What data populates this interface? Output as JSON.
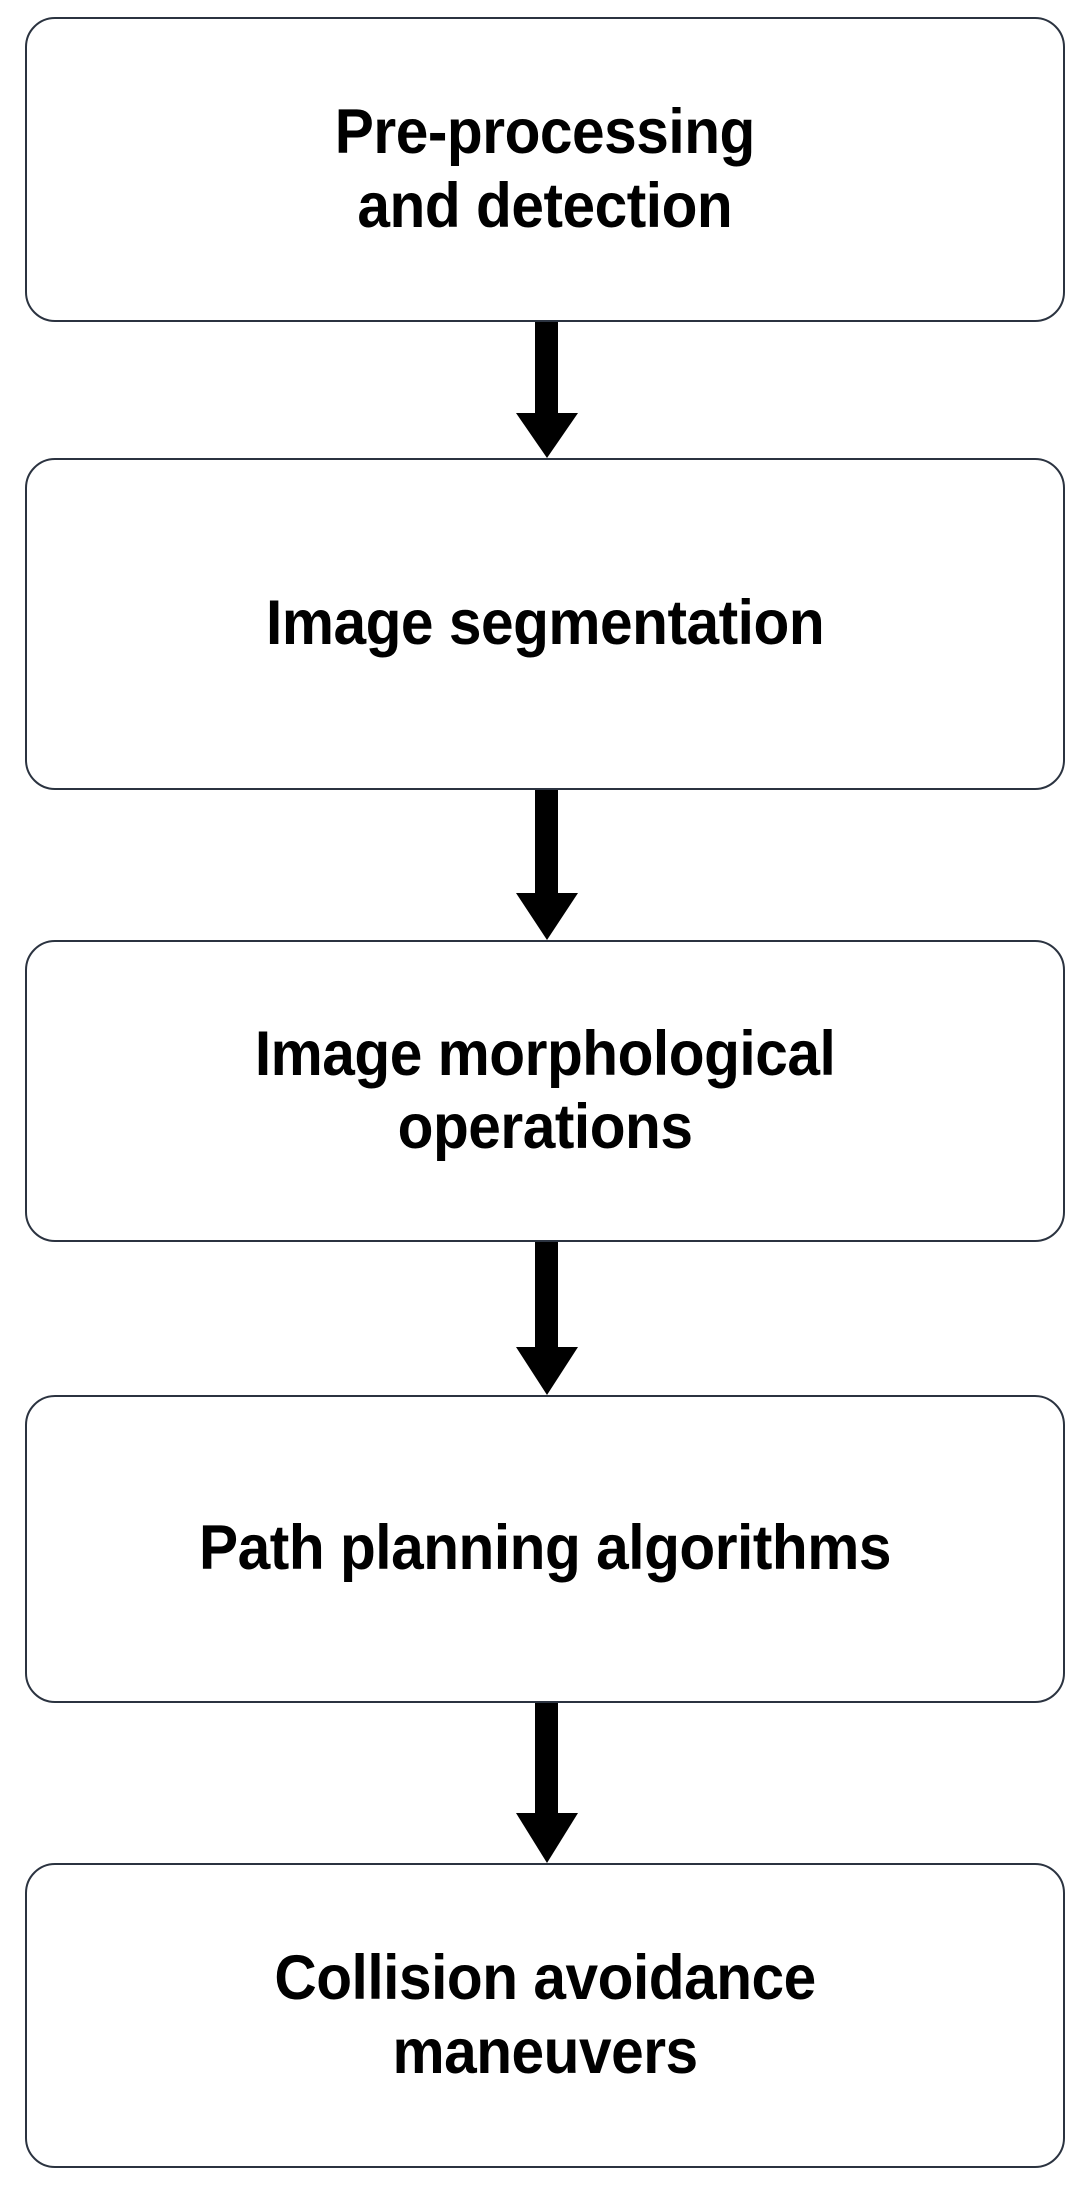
{
  "diagram": {
    "type": "flowchart",
    "orientation": "vertical-top-to-bottom",
    "background_color": "#ffffff",
    "node_border_color": "#2b3340",
    "node_fill_color": "#ffffff",
    "arrow_color": "#000000",
    "text_color": "#000000",
    "nodes": [
      {
        "id": "pre-processing-and-detection",
        "label": "Pre-processing\nand detection"
      },
      {
        "id": "image-segmentation",
        "label": "Image segmentation"
      },
      {
        "id": "image-morphological-operations",
        "label": "Image morphological\noperations"
      },
      {
        "id": "path-planning-algorithms",
        "label": "Path planning algorithms"
      },
      {
        "id": "collision-avoidance-maneuvers",
        "label": "Collision avoidance\nmaneuvers"
      }
    ],
    "connectors": [
      {
        "id": "arrow-1",
        "from": "pre-processing-and-detection",
        "to": "image-segmentation",
        "shape": "down-arrow"
      },
      {
        "id": "arrow-2",
        "from": "image-segmentation",
        "to": "image-morphological-operations",
        "shape": "down-arrow"
      },
      {
        "id": "arrow-3",
        "from": "image-morphological-operations",
        "to": "path-planning-algorithms",
        "shape": "down-arrow"
      },
      {
        "id": "arrow-4",
        "from": "path-planning-algorithms",
        "to": "collision-avoidance-maneuvers",
        "shape": "down-arrow"
      }
    ]
  }
}
